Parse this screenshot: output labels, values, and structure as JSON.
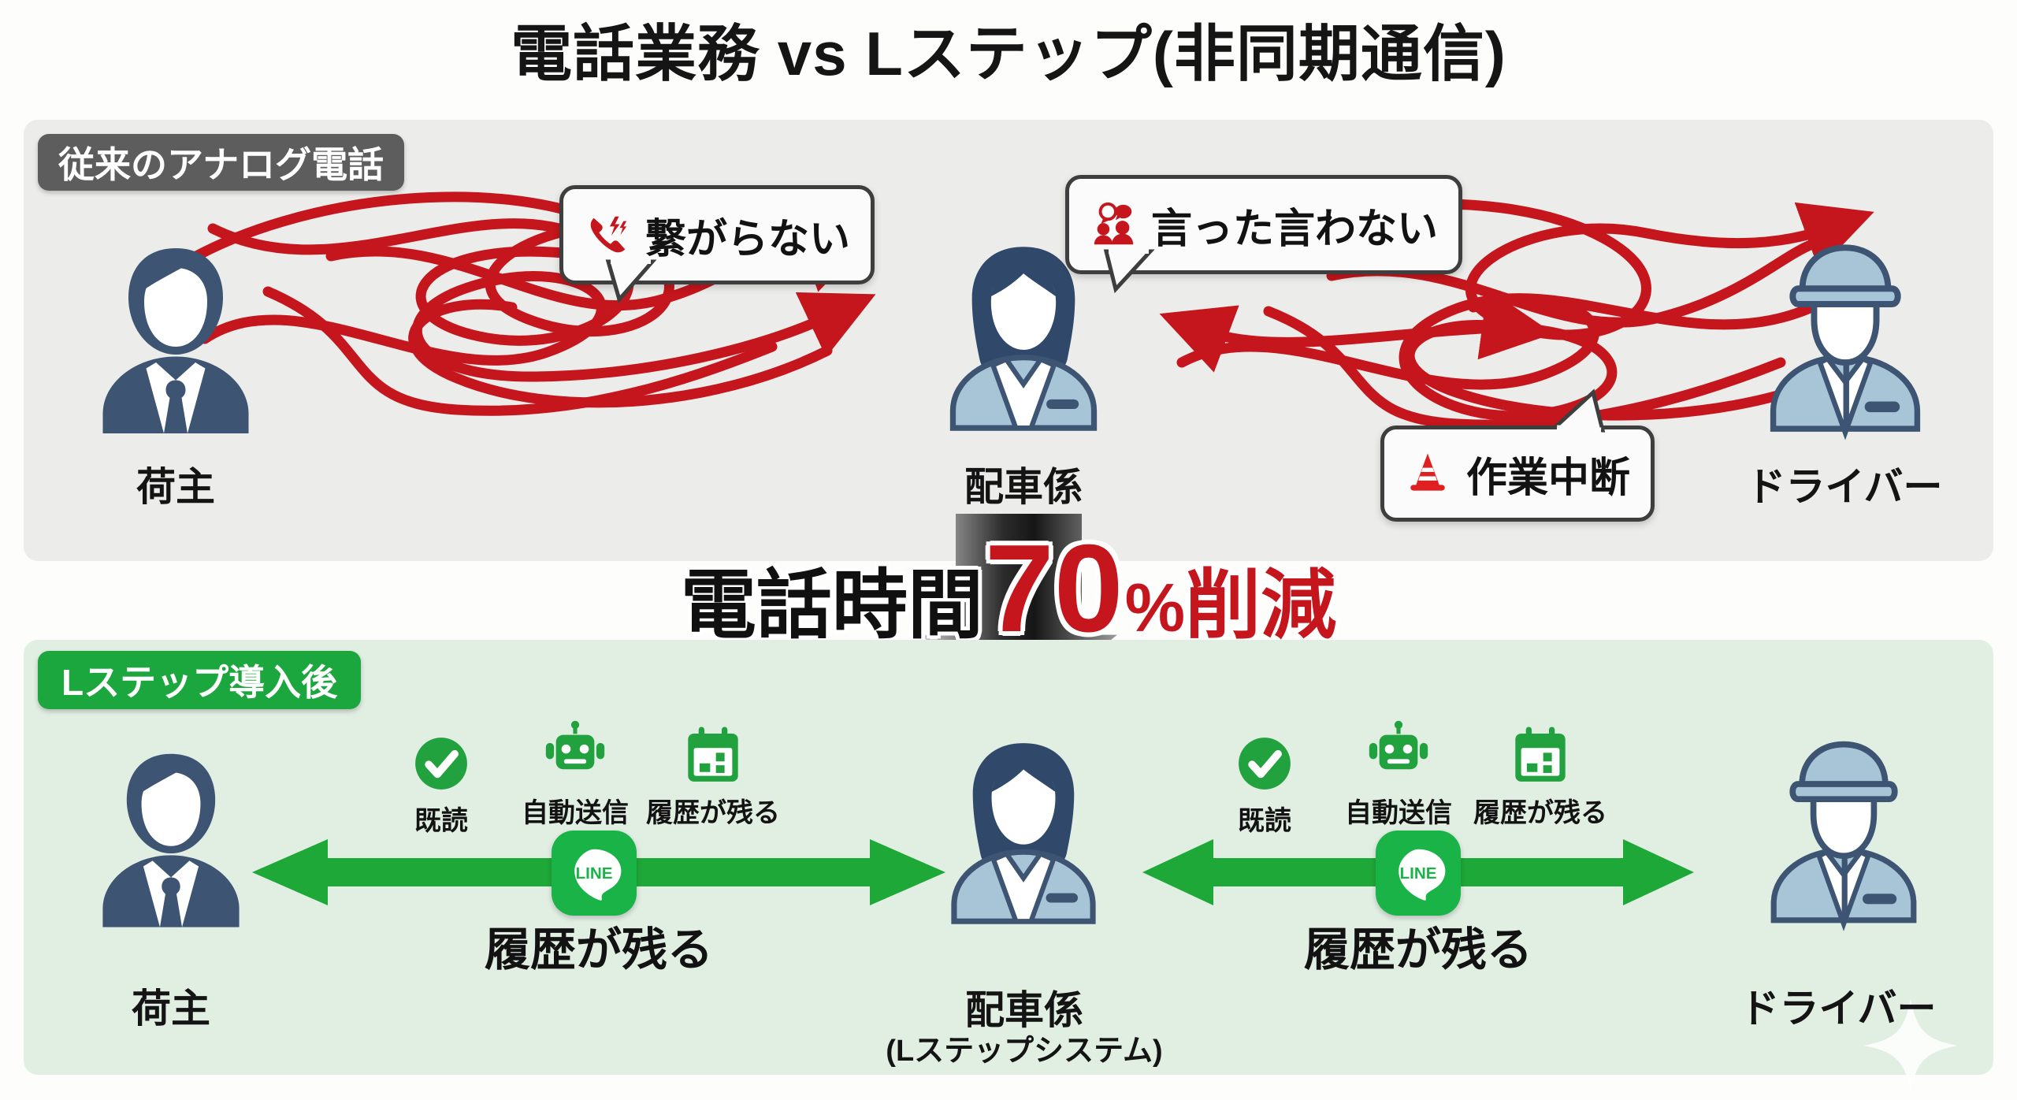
{
  "title": "電話業務 vs Lステップ(非同期通信)",
  "colors": {
    "red": "#c4161c",
    "green": "#1ca73e",
    "line_green": "#19b348",
    "navy": "#3d5573",
    "light_blue": "#a8c5d8",
    "badge_gray": "#5d5d5d",
    "panel_top_bg": "#ececea",
    "panel_bottom_bg": "#e1eee2"
  },
  "top_section": {
    "badge": "従来のアナログ電話",
    "people": [
      {
        "label": "荷主",
        "icon": "businessman-avatar-icon"
      },
      {
        "label": "配車係",
        "icon": "female-dispatcher-avatar-icon"
      },
      {
        "label": "ドライバー",
        "icon": "driver-avatar-icon"
      }
    ],
    "bubbles": [
      {
        "text": "繋がらない",
        "icon": "phone-missed-icon"
      },
      {
        "text": "言った言わない",
        "icon": "two-people-talking-icon"
      },
      {
        "text": "作業中断",
        "icon": "traffic-cone-icon"
      }
    ]
  },
  "banner": {
    "prefix": "電話時間",
    "number": "70",
    "percent": "%",
    "suffix": "削減",
    "arrow_icon": "down-arrow-icon"
  },
  "bottom_section": {
    "badge": "Lステップ導入後",
    "people": [
      {
        "label": "荷主",
        "sublabel": "",
        "icon": "businessman-avatar-icon"
      },
      {
        "label": "配車係",
        "sublabel": "(Lステップシステム)",
        "icon": "female-dispatcher-avatar-icon"
      },
      {
        "label": "ドライバー",
        "sublabel": "",
        "icon": "driver-avatar-icon"
      }
    ],
    "flows": [
      {
        "features": [
          {
            "label": "既読",
            "icon": "check-circle-icon"
          },
          {
            "label": "自動送信",
            "icon": "robot-icon"
          },
          {
            "label": "履歴が残る",
            "icon": "calendar-icon"
          }
        ],
        "line_logo": "LINE",
        "flow_label": "履歴が残る"
      },
      {
        "features": [
          {
            "label": "既読",
            "icon": "check-circle-icon"
          },
          {
            "label": "自動送信",
            "icon": "robot-icon"
          },
          {
            "label": "履歴が残る",
            "icon": "calendar-icon"
          }
        ],
        "line_logo": "LINE",
        "flow_label": "履歴が残る"
      }
    ]
  }
}
